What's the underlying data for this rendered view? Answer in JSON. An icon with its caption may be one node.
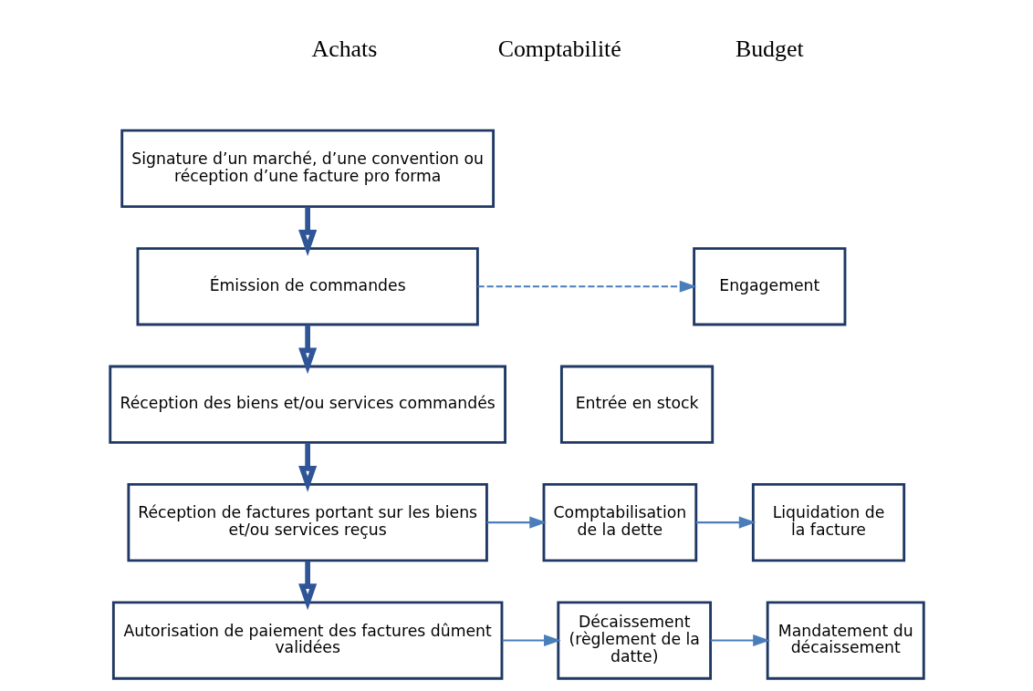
{
  "diagram": {
    "nodes": [
      {
        "text": [
          "Signature d’un marché, d’une convention ou réception d’une facture pro forma"
        ]
      },
      {
        "text": [
          "Émission de commandes"
        ]
      },
      {
        "text": [
          "Engagement"
        ]
      },
      {
        "text": [
          "Réception des biens et/ou services commandés"
        ]
      },
      {
        "text": [
          "Entrée en stock"
        ]
      },
      {
        "text": [
          "Réception de factures portant sur les biens et/ou services reçus"
        ]
      },
      {
        "text": [
          "Comptabilisation de la dette"
        ]
      },
      {
        "text": [
          "Liquidation de la facture"
        ]
      },
      {
        "text": [
          "Autorisation de paiement des factures dûment validées"
        ]
      },
      {
        "text": [
          "Décaissement (règlement de la datte)"
        ]
      },
      {
        "text": [
          "Mandatement du décaissement"
        ]
      }
    ],
    "edges": [
      {
        "from": 0,
        "to": 1,
        "arrow": "to",
        "style": "thick"
      },
      {
        "from": 1,
        "to": 2,
        "arrow": "to",
        "style": "dashed"
      },
      {
        "from": 1,
        "to": 3,
        "arrow": "to",
        "style": "thick"
      },
      {
        "from": 3,
        "to": 5,
        "arrow": "to",
        "style": "thick"
      },
      {
        "from": 5,
        "to": 6,
        "arrow": "to"
      },
      {
        "from": 6,
        "to": 7,
        "arrow": "to"
      },
      {
        "from": 5,
        "to": 8,
        "arrow": "to",
        "style": "thick"
      },
      {
        "from": 8,
        "to": 9,
        "arrow": "to"
      },
      {
        "from": 9,
        "to": 10,
        "arrow": "to"
      }
    ],
    "labels": [
      "Achats",
      "Comptabilité",
      "Budget"
    ]
  }
}
